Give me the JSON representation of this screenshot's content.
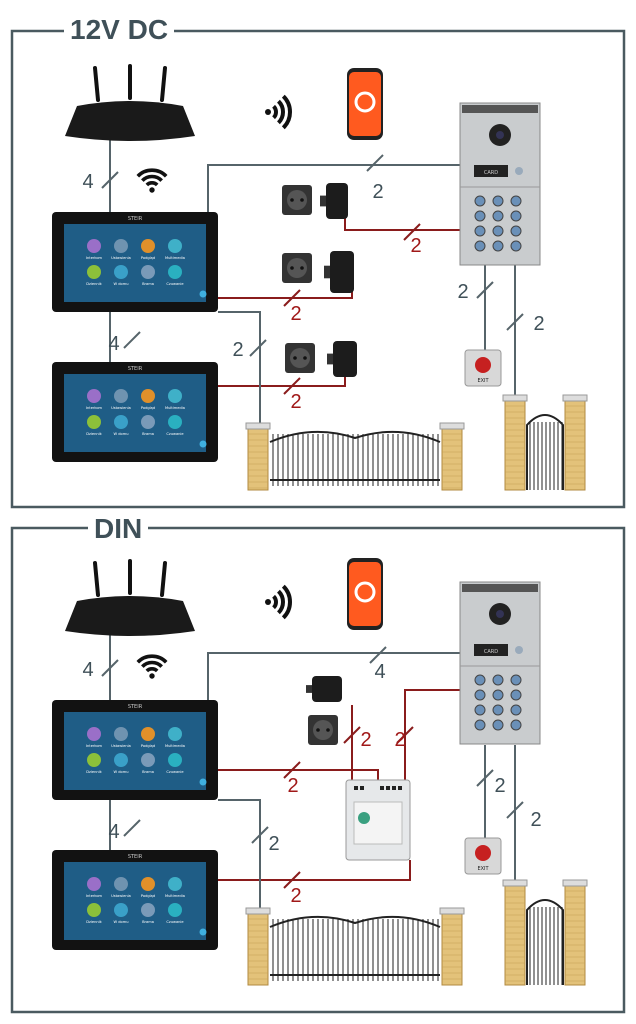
{
  "colors": {
    "frame": "#4a5a60",
    "wire_dark": "#56646a",
    "wire_red": "#8a1c1c",
    "label_dark": "#3f5058",
    "label_red": "#a01818",
    "screen": "#1f5d86",
    "tuya": "#ff5a1f"
  },
  "brand": "STEIR",
  "monitor_apps": [
    {
      "label": "Interkom",
      "icon": "phone-icon",
      "color": "#9a6fc8"
    },
    {
      "label": "Ustawienia",
      "icon": "tools-icon",
      "color": "#6f93b0"
    },
    {
      "label": "Podgląd",
      "icon": "camera-icon",
      "color": "#e0902a"
    },
    {
      "label": "Multimedia",
      "icon": "media-icon",
      "color": "#3fb0c8"
    },
    {
      "label": "Dziennik",
      "icon": "log-icon",
      "color": "#8cc03a"
    },
    {
      "label": "W domu",
      "icon": "home-icon",
      "color": "#3aa0c8"
    },
    {
      "label": "Brama",
      "icon": "gate-icon",
      "color": "#7a9ab8"
    },
    {
      "label": "Czuwanie",
      "icon": "power-icon",
      "color": "#2ab0c0"
    }
  ],
  "door_panel": {
    "card_label": "CARD"
  },
  "exit_button": {
    "label": "EXIT"
  },
  "sections": [
    {
      "title": "12V DC",
      "wires": [
        {
          "count": "4",
          "color": "dark"
        },
        {
          "count": "4",
          "color": "dark"
        },
        {
          "count": "2",
          "color": "dark"
        },
        {
          "count": "2",
          "color": "red"
        },
        {
          "count": "2",
          "color": "red"
        },
        {
          "count": "2",
          "color": "red"
        },
        {
          "count": "2",
          "color": "dark"
        },
        {
          "count": "2",
          "color": "dark"
        },
        {
          "count": "2",
          "color": "dark"
        }
      ]
    },
    {
      "title": "DIN",
      "wires": [
        {
          "count": "4",
          "color": "dark"
        },
        {
          "count": "4",
          "color": "dark"
        },
        {
          "count": "4",
          "color": "dark"
        },
        {
          "count": "2",
          "color": "red"
        },
        {
          "count": "2",
          "color": "red"
        },
        {
          "count": "2",
          "color": "red"
        },
        {
          "count": "2",
          "color": "red"
        },
        {
          "count": "2",
          "color": "dark"
        },
        {
          "count": "2",
          "color": "dark"
        },
        {
          "count": "2",
          "color": "dark"
        }
      ]
    }
  ]
}
